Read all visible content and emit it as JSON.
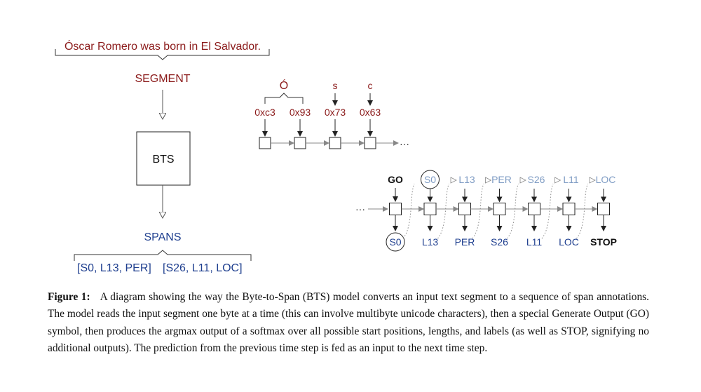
{
  "input_sentence": "Óscar Romero was born in El Salvador.",
  "segment_label": "SEGMENT",
  "model_label": "BTS",
  "spans_label": "SPANS",
  "spans_output": [
    "[S0, L13, PER]",
    "[S26, L11, LOC]"
  ],
  "bytes": {
    "char_group": "Ó",
    "chars": [
      "s",
      "c"
    ],
    "hex": [
      "0xc3",
      "0x93",
      "0x73",
      "0x63"
    ],
    "ellipsis": "···"
  },
  "decoder": {
    "go_label": "GO",
    "leading_ellipsis": "···",
    "fed_inputs": [
      "S0",
      "L13",
      "PER",
      "S26",
      "L11",
      "LOC"
    ],
    "outputs": [
      "S0",
      "L13",
      "PER",
      "S26",
      "L11",
      "LOC",
      "STOP"
    ]
  },
  "caption": {
    "label": "Figure 1:",
    "text": "A diagram showing the way the Byte-to-Span (BTS) model converts an input text segment to a sequence of span annotations. The model reads the input segment one byte at a time (this can involve multibyte unicode characters), then a special Generate Output (GO) symbol, then produces the argmax output of a softmax over all possible start positions, lengths, and labels (as well as STOP, signifying no additional outputs). The prediction from the previous time step is fed as an input to the next time step."
  },
  "colors": {
    "red": "#8b1a1a",
    "blue": "#1f3f8f",
    "light_blue": "#7f9cc4",
    "black": "#111111",
    "gray": "#888888"
  }
}
